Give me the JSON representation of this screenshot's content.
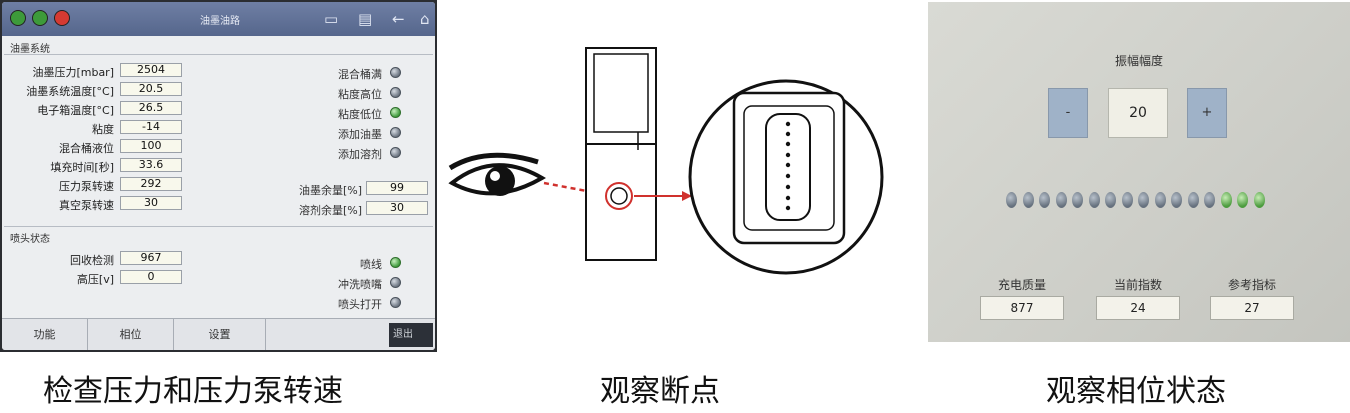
{
  "hmi": {
    "title": "油墨油路",
    "ink_section_label": "油墨系统",
    "params": [
      {
        "label": "油墨压力[mbar]",
        "value": "2504"
      },
      {
        "label": "油墨系统温度[°C]",
        "value": "20.5"
      },
      {
        "label": "电子箱温度[°C]",
        "value": "26.5"
      },
      {
        "label": "粘度",
        "value": "-14"
      },
      {
        "label": "混合桶液位",
        "value": "100"
      },
      {
        "label": "填充时间[秒]",
        "value": "33.6"
      },
      {
        "label": "压力泵转速",
        "value": "292"
      },
      {
        "label": "真空泵转速",
        "value": "30"
      }
    ],
    "status_indicators": [
      {
        "label": "混合桶满",
        "on": false
      },
      {
        "label": "粘度高位",
        "on": false
      },
      {
        "label": "粘度低位",
        "on": true
      },
      {
        "label": "添加油墨",
        "on": false
      },
      {
        "label": "添加溶剂",
        "on": false
      }
    ],
    "levels": [
      {
        "label": "油墨余量[%]",
        "value": "99"
      },
      {
        "label": "溶剂余量[%]",
        "value": "30"
      }
    ],
    "head_section_label": "喷头状态",
    "head_params": [
      {
        "label": "回收检测",
        "value": "967"
      },
      {
        "label": "高压[v]",
        "value": "0"
      }
    ],
    "head_indicators": [
      {
        "label": "喷线",
        "on": true
      },
      {
        "label": "冲洗喷嘴",
        "on": false
      },
      {
        "label": "喷头打开",
        "on": false
      }
    ],
    "tabs": [
      "功能",
      "相位",
      "设置"
    ],
    "exit_label": "退出"
  },
  "phase": {
    "title": "振幅幅度",
    "minus_label": "-",
    "value": "20",
    "plus_label": "+",
    "dots": [
      false,
      false,
      false,
      false,
      false,
      false,
      false,
      false,
      false,
      false,
      false,
      false,
      false,
      true,
      true,
      true
    ],
    "metrics": [
      {
        "label": "充电质量",
        "value": "877"
      },
      {
        "label": "当前指数",
        "value": "24"
      },
      {
        "label": "参考指标",
        "value": "27"
      }
    ]
  },
  "captions": {
    "left": "检查压力和压力泵转速",
    "middle": "观察断点",
    "right": "观察相位状态"
  },
  "colors": {
    "indicator_on": "#3f9b3c",
    "indicator_off": "#6b7480",
    "arrow_red": "#d0312d"
  }
}
